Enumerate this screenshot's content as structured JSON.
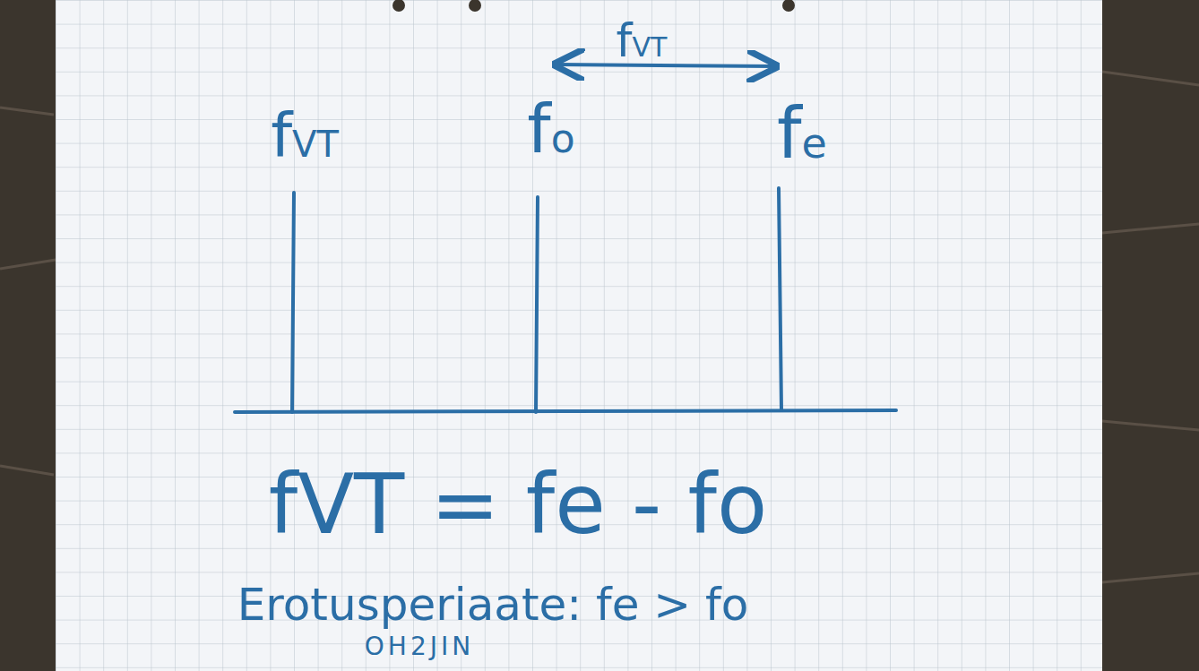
{
  "diagram": {
    "labels": [
      "fVT",
      "fVT",
      "fo",
      "fe",
      "fVT = fe - fo",
      "Erotusperiaate: fe > fo",
      "OH2JIN"
    ]
  }
}
